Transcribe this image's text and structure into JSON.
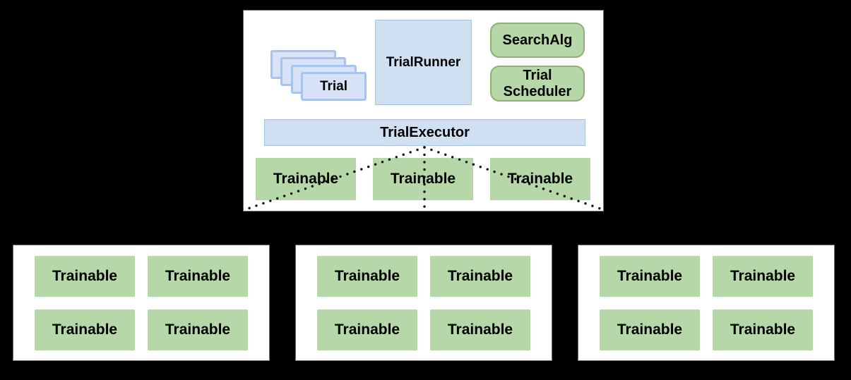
{
  "diagram": {
    "top_panel": {
      "trial_stack": {
        "label": "Trial",
        "card_count": 4
      },
      "trial_runner_label": "TrialRunner",
      "search_alg_label": "SearchAlg",
      "trial_scheduler_label": "Trial Scheduler",
      "trial_executor_label": "TrialExecutor",
      "trainables": [
        "Trainable",
        "Trainable",
        "Trainable"
      ]
    },
    "worker_panels": [
      {
        "trainables": [
          "Trainable",
          "Trainable",
          "Trainable",
          "Trainable"
        ]
      },
      {
        "trainables": [
          "Trainable",
          "Trainable",
          "Trainable",
          "Trainable"
        ]
      },
      {
        "trainables": [
          "Trainable",
          "Trainable",
          "Trainable",
          "Trainable"
        ]
      }
    ],
    "colors": {
      "background": "#000000",
      "panel_bg": "#ffffff",
      "green_fill": "#b6d7a8",
      "green_border": "#8fae76",
      "blue_fill": "#cfe0f3",
      "blue_border": "#a6c3e3",
      "trial_card_fill": "#d8e3f8",
      "trial_card_border": "#a8c4ee",
      "connector": "#0a0a0a"
    }
  }
}
